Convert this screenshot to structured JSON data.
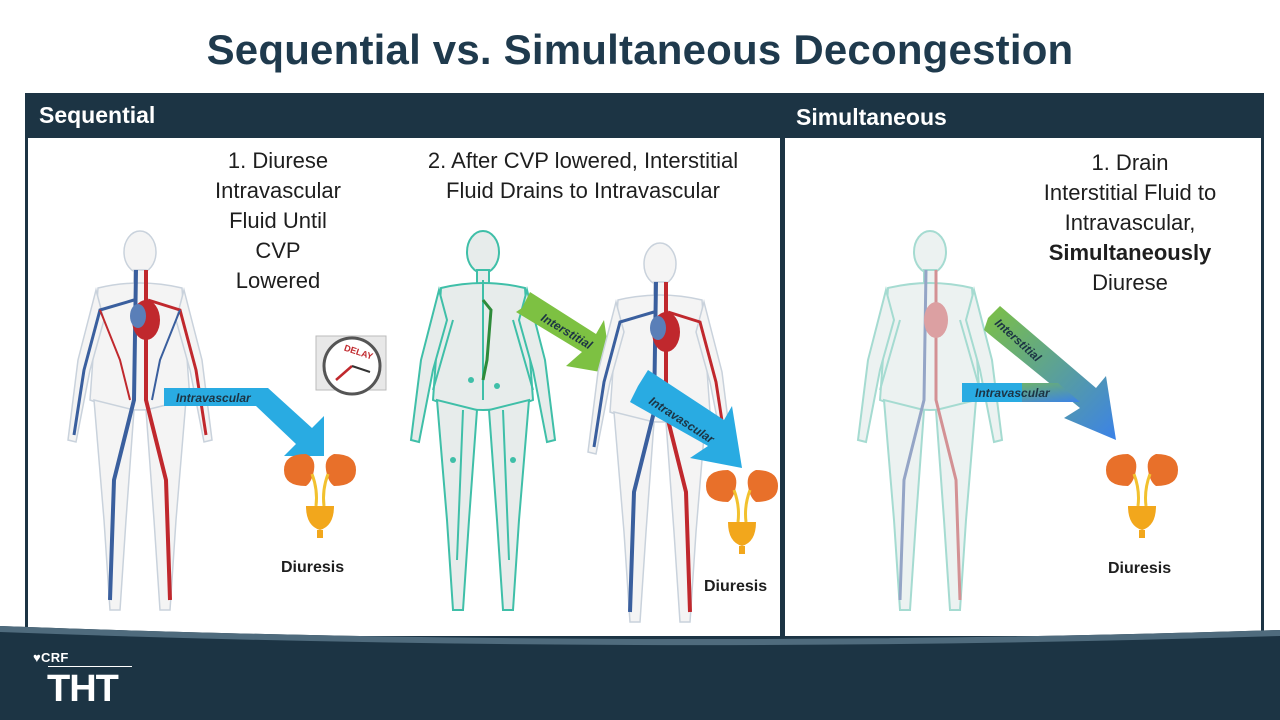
{
  "title": "Sequential vs. Simultaneous Decongestion",
  "sequential": {
    "header": "Sequential",
    "step1": [
      "1. Diurese",
      "Intravascular",
      "Fluid Until",
      "CVP",
      "Lowered"
    ],
    "step2": [
      "2. After CVP lowered, Interstitial",
      "Fluid Drains to Intravascular"
    ],
    "delay_label": "DELAY",
    "arrow_intravascular": "Intravascular",
    "arrow_interstitial": "Interstitial",
    "diuresis_1": "Diuresis",
    "diuresis_2": "Diuresis"
  },
  "simultaneous": {
    "header": "Simultaneous",
    "step1_lines": [
      "1. Drain",
      "Interstitial Fluid to",
      "Intravascular,"
    ],
    "step1_bold": "Simultaneously",
    "step1_last": "Diurese",
    "arrow_interstitial": "Interstitial",
    "arrow_intravascular": "Intravascular",
    "diuresis": "Diuresis"
  },
  "logo": {
    "crf": "CRF",
    "tht": "THT"
  },
  "colors": {
    "navy": "#1c3444",
    "title": "#1f3a4d",
    "intravascular": "#29abe2",
    "interstitial": "#7dc142",
    "lymph": "#3fbfa8",
    "artery": "#c0282d",
    "vein": "#3a5f9e"
  }
}
